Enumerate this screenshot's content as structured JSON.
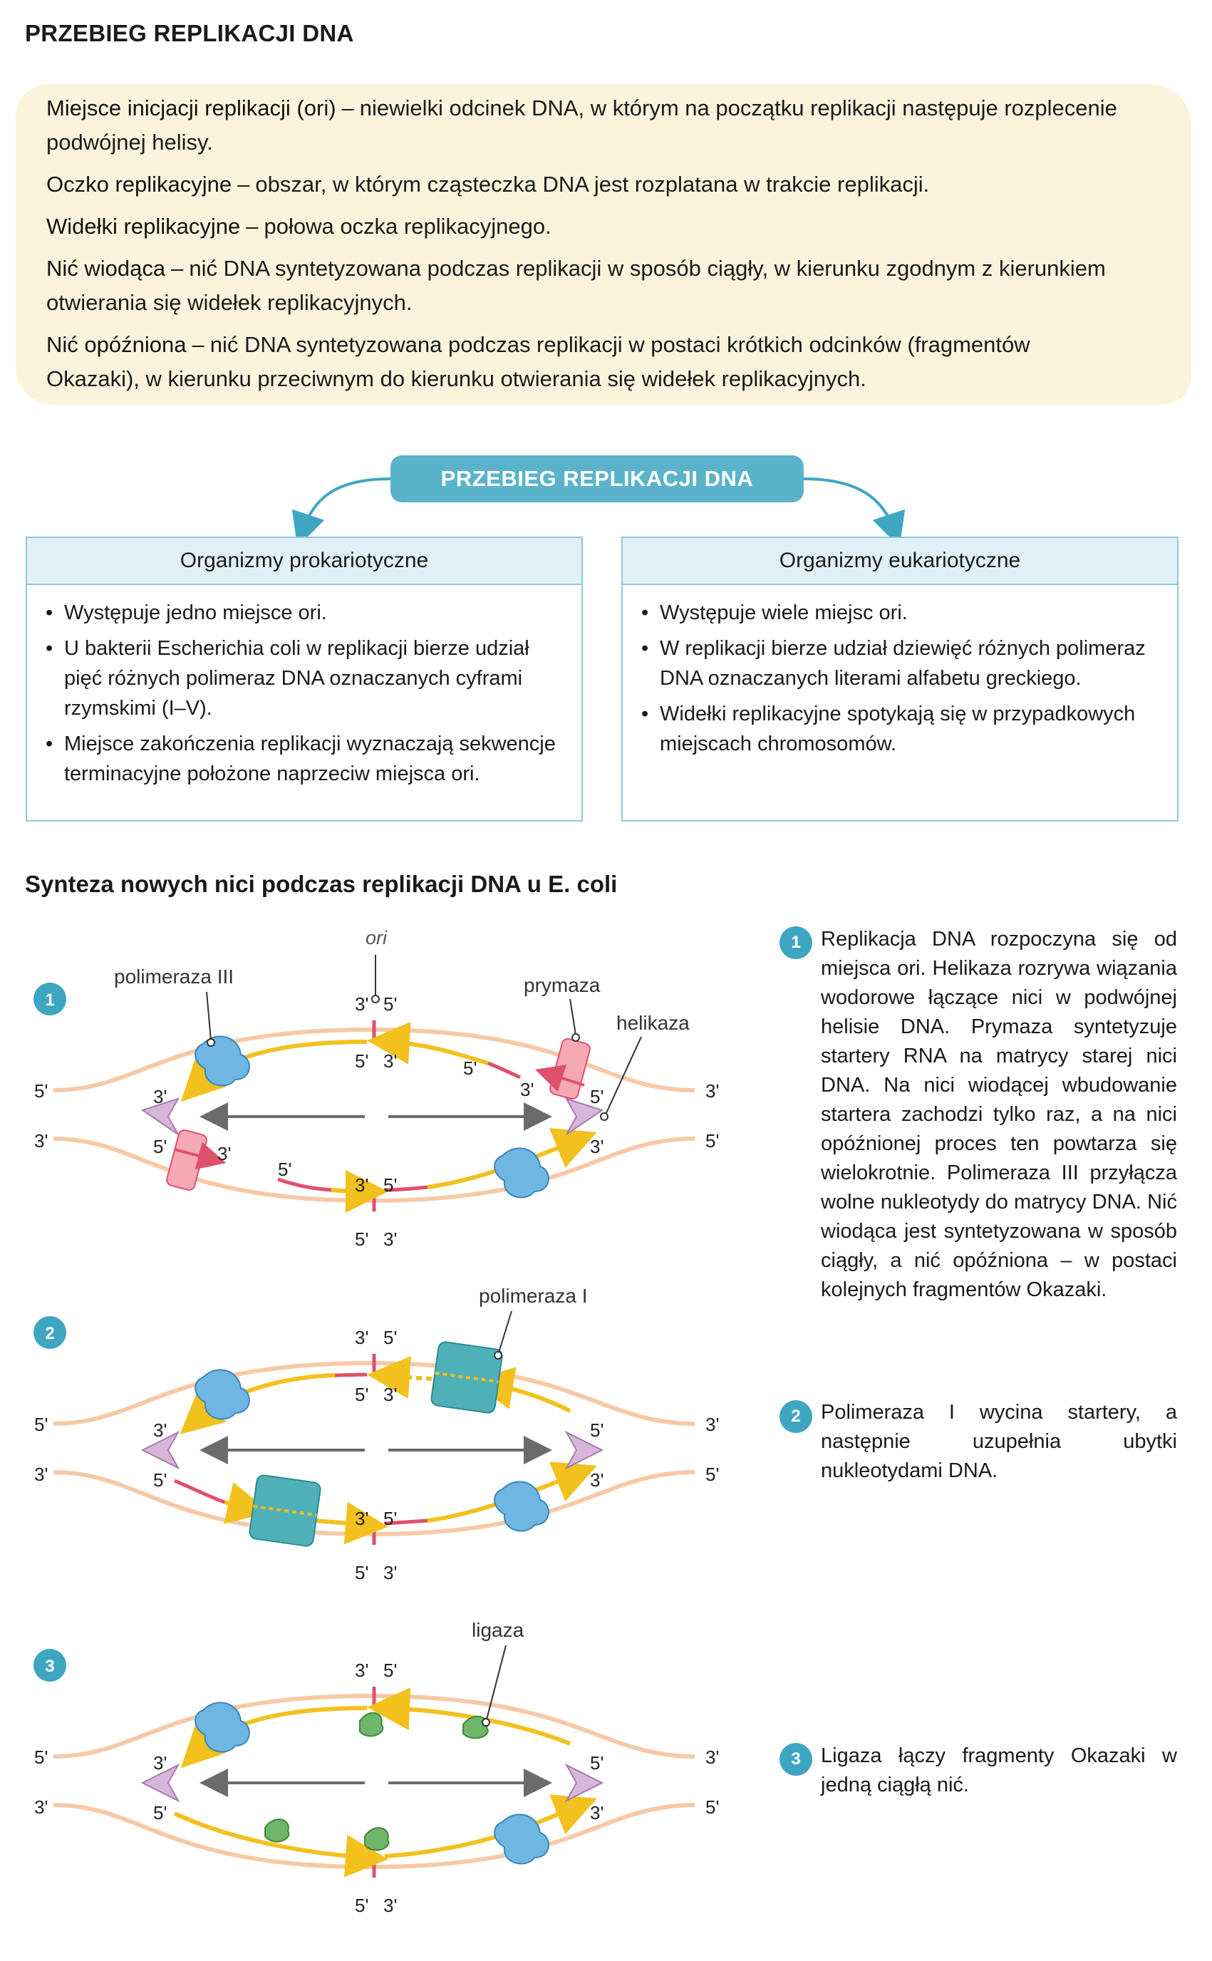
{
  "page_title": "PRZEBIEG REPLIKACJI DNA",
  "definitions": [
    {
      "term": "Miejsce inicjacji replikacji (ori)",
      "sep": "–",
      "text": "niewielki odcinek DNA, w którym na początku replikacji następuje rozplecenie podwójnej helisy."
    },
    {
      "term": "Oczko replikacyjne",
      "sep": "–",
      "text": "obszar, w którym cząsteczka DNA jest rozplatana w trakcie replikacji."
    },
    {
      "term": "Widełki replikacyjne",
      "sep": "–",
      "text": "połowa oczka replikacyjnego."
    },
    {
      "term": "Nić wiodąca",
      "sep": "–",
      "text": "nić DNA syntetyzowana podczas replikacji w sposób ciągły, w kierunku zgodnym z kierunkiem otwierania się widełek replikacyjnych."
    },
    {
      "term": "Nić opóźniona",
      "sep": "–",
      "text": "nić DNA syntetyzowana podczas replikacji w postaci krótkich odcinków (fragmentów Okazaki), w kierunku przeciwnym do kierunku otwierania się widełek replikacyjnych."
    }
  ],
  "overview_title": "PRZEBIEG REPLIKACJI DNA",
  "prokaryotes": {
    "title": "Organizmy prokariotyczne",
    "items": [
      "Występuje jedno miejsce ori.",
      "U bakterii Escherichia coli w replikacji bierze udział pięć różnych polimeraz DNA oznaczanych cyframi rzymskimi (I–V).",
      "Miejsce zakończenia replikacji wyznaczają sekwencje terminacyjne położone naprzeciw miejsca ori."
    ]
  },
  "eukaryotes": {
    "title": "Organizmy eukariotyczne",
    "items": [
      "Występuje wiele miejsc ori.",
      "W replikacji bierze udział dziewięć różnych polimeraz DNA oznaczanych literami alfabetu greckiego.",
      "Widełki replikacyjne spotykają się w przypadkowych miejscach chromosomów."
    ]
  },
  "synthesis_title": "Synteza nowych nici podczas replikacji DNA u E. coli",
  "steps": [
    {
      "num": "1",
      "text": "Replikacja DNA rozpoczyna się od miejsca ori. Helikaza rozrywa wiązania wodorowe łączące nici w podwójnej helisie DNA. Prymaza syntetyzuje startery RNA na matrycy starej nici DNA. Na nici wiodącej wbudowanie startera zachodzi tylko raz, a na nici opóźnionej proces ten powtarza się wielokrotnie. Polimeraza III przyłącza wolne nukleotydy do matrycy DNA. Nić wiodąca jest syntetyzowana w sposób ciągły, a nić opóźniona – w postaci kolejnych fragmentów Okazaki."
    },
    {
      "num": "2",
      "text": "Polimeraza I wycina startery, a następnie uzupełnia ubytki nukleotydami DNA."
    },
    {
      "num": "3",
      "text": "Ligaza łączy fragmenty Okazaki w jedną ciągłą nić."
    }
  ],
  "diagram_labels": {
    "ori": "ori",
    "pol3": "polimeraza III",
    "primase": "prymaza",
    "helicase": "helikaza",
    "pol1": "polimeraza I",
    "ligase": "ligaza",
    "five_prime": "5'",
    "three_prime": "3'"
  },
  "colors": {
    "template_strand": "#f6c9a6",
    "new_strand": "#f2c11d",
    "primer": "#e0506b",
    "polymerase3": "#6fb6e3",
    "polymerase1": "#4fb0b8",
    "helicase": "#c9a2cf",
    "ligase": "#6fb56a",
    "accent": "#3fa6c2",
    "definition_bg": "#fcf3dc"
  }
}
